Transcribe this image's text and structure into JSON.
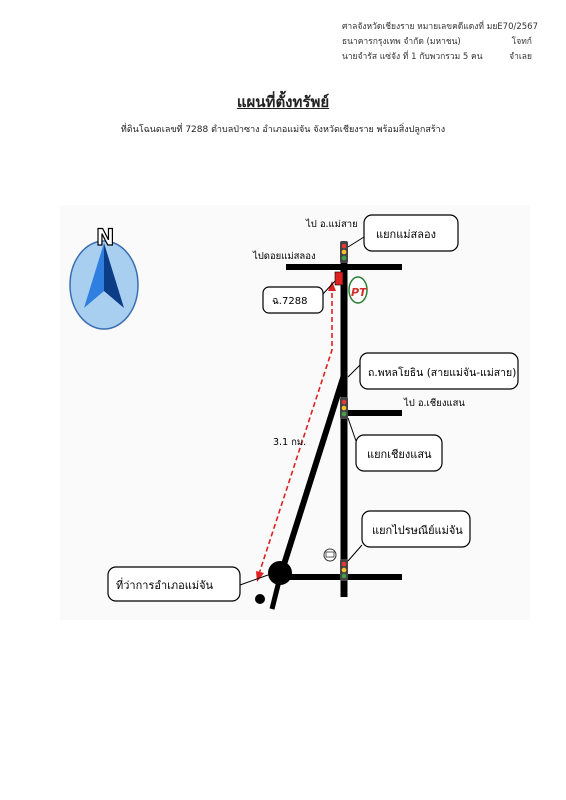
{
  "header": {
    "line1": "ศาลจังหวัดเชียงราย หมายเลขคดีแดงที่ มยE70/2567",
    "line2_left": "ธนาคารกรุงเทพ จำกัด (มหาชน)",
    "line2_right": "โจทก์",
    "line3_left": "นายจำรัส แซ่จัง ที่ 1 กับพวกรวม 5 คน",
    "line3_right": "จำเลย"
  },
  "title": "แผนที่ตั้งทรัพย์",
  "subtitle": "ที่ดินโฉนดเลขที่ 7288 ตำบลป่าซาง อำเภอแม่จัน จังหวัดเชียงราย พร้อมสิ่งปลูกสร้าง",
  "map": {
    "compass_letter": "N",
    "to_mae_sai": "ไป อ.แม่สาย",
    "to_doi_mae_salong": "ไปดอยแม่สลอง",
    "mae_salong_junction": "แยกแม่สลอง",
    "parcel_label": "ฉ.7288",
    "pt_logo": "PT",
    "road_name": "ถ.พหลโยธิน (สายแม่จัน-แม่สาย)",
    "to_chiang_saen": "ไป อ.เชียงแสน",
    "chiang_saen_junction": "แยกเชียงแสน",
    "distance": "3.1 กม.",
    "post_office_junction": "แยกไปรษณีย์แม่จัน",
    "district_office": "ที่ว่าการอำเภอแม่จัน",
    "colors": {
      "road": "#000000",
      "route": "#e02020",
      "parcel": "#e02020",
      "compass_fill": "#a8cff0",
      "compass_arrow": "#1f5fc4"
    }
  }
}
